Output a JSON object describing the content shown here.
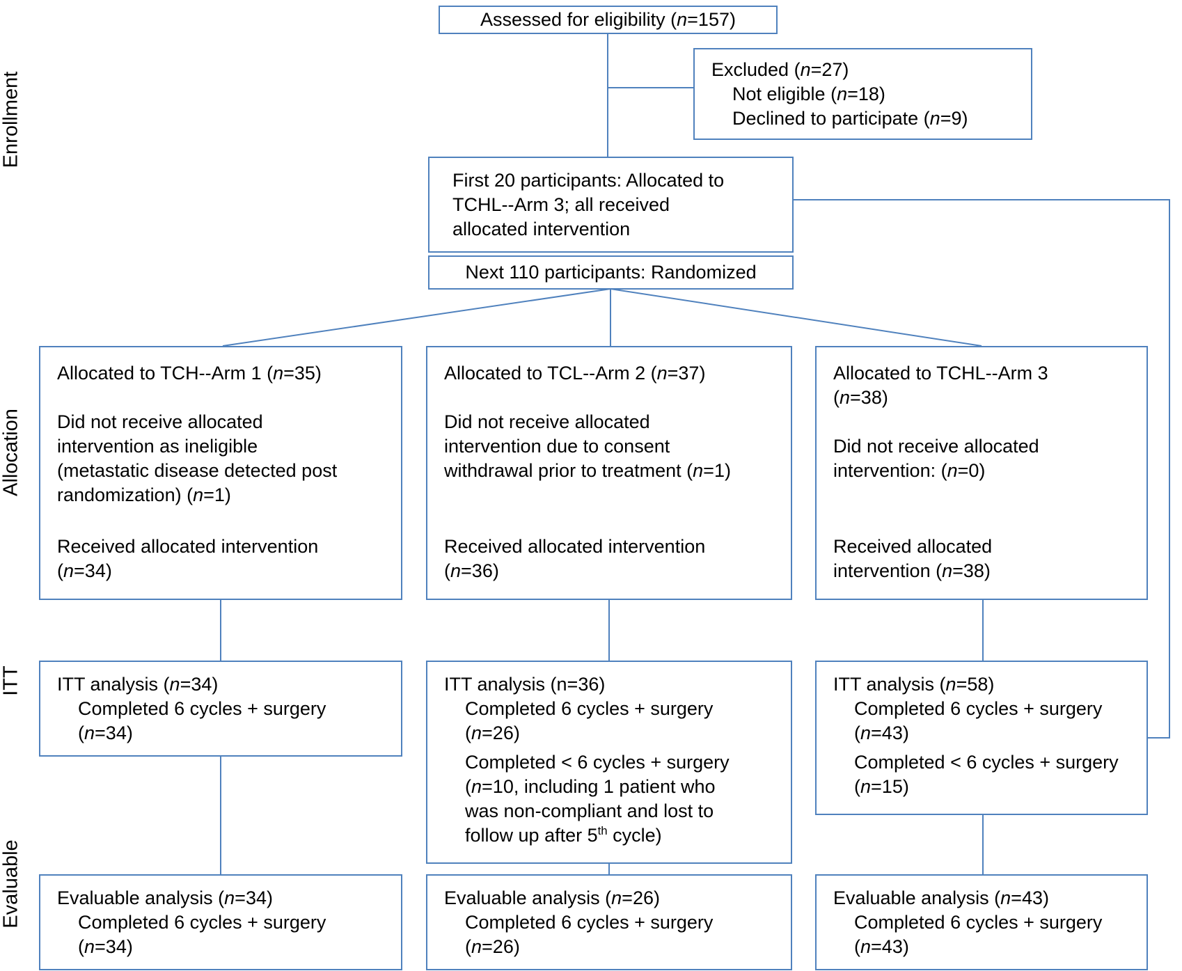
{
  "diagram": {
    "type": "consort-flow-diagram",
    "colors": {
      "box_border": "#4f81bd",
      "connector": "#4f81bd",
      "text": "#000000",
      "background": "#ffffff"
    },
    "stage_labels": [
      {
        "id": "enrollment",
        "label": "Enrollment"
      },
      {
        "id": "allocation",
        "label": "Allocation"
      },
      {
        "id": "itt",
        "label": "ITT"
      },
      {
        "id": "evaluable",
        "label": "Evaluable"
      }
    ],
    "boxes": {
      "assessed": {
        "paragraphs": [
          {
            "t": "Assessed for eligibility (n=157)"
          }
        ]
      },
      "excluded": {
        "paragraphs": [
          {
            "t": "Excluded (n=27)"
          },
          {
            "t": "Not eligible (n=18)",
            "ind": true
          },
          {
            "t": "Declined to participate (n=9)",
            "ind": true
          }
        ]
      },
      "first20": {
        "paragraphs": [
          {
            "t": "First 20 participants: Allocated to\nTCHL--Arm 3; all received\nallocated intervention"
          }
        ]
      },
      "next110": {
        "paragraphs": [
          {
            "t": "Next 110 participants: Randomized"
          }
        ]
      },
      "alloc_arm1": {
        "paragraphs": [
          {
            "t": "Allocated to TCH--Arm 1 (n=35)"
          },
          {
            "t": "Did not receive allocated\nintervention as ineligible\n(metastatic disease detected post\nrandomization) (n=1)",
            "gap": "line"
          },
          {
            "t": "Received allocated intervention\n(n=34)",
            "gap": "bottom"
          }
        ]
      },
      "alloc_arm2": {
        "paragraphs": [
          {
            "t": "Allocated to TCL--Arm 2 (n=37)"
          },
          {
            "t": "Did not receive allocated\nintervention due to consent\nwithdrawal prior to treatment (n=1)",
            "gap": "line"
          },
          {
            "t": "Received allocated intervention\n(n=36)",
            "gap": "bottom"
          }
        ]
      },
      "alloc_arm3": {
        "paragraphs": [
          {
            "t": "Allocated to TCHL--Arm 3\n(n=38)"
          },
          {
            "t": "Did not receive allocated\nintervention: (n=0)",
            "gap": "line"
          },
          {
            "t": "Received allocated\nintervention (n=38)",
            "gap": "bottom"
          }
        ]
      },
      "itt_arm1": {
        "paragraphs": [
          {
            "t": "ITT analysis (n=34)"
          },
          {
            "t": "Completed 6 cycles + surgery\n(n=34)",
            "ind": true
          }
        ]
      },
      "itt_arm2": {
        "paragraphs": [
          {
            "t": "ITT analysis (n=36)",
            "plain": true
          },
          {
            "t": "Completed 6 cycles + surgery\n(n=26)",
            "ind": true
          },
          {
            "t": "Completed < 6 cycles + surgery\n(n=10, including 1 patient who\nwas non-compliant and lost to\nfollow up after 5{^th} cycle)",
            "ind": true,
            "gap": "small"
          }
        ]
      },
      "itt_arm3": {
        "paragraphs": [
          {
            "t": "ITT analysis (n=58)"
          },
          {
            "t": "Completed 6 cycles + surgery\n(n=43)",
            "ind": true
          },
          {
            "t": "Completed < 6 cycles + surgery\n(n=15)",
            "ind": true,
            "gap": "small"
          }
        ]
      },
      "eval_arm1": {
        "paragraphs": [
          {
            "t": "Evaluable analysis (n=34)"
          },
          {
            "t": "Completed 6 cycles + surgery\n(n=34)",
            "ind": true
          }
        ]
      },
      "eval_arm2": {
        "paragraphs": [
          {
            "t": "Evaluable analysis (n=26)"
          },
          {
            "t": "Completed 6 cycles + surgery\n(n=26)",
            "ind": true
          }
        ]
      },
      "eval_arm3": {
        "paragraphs": [
          {
            "t": "Evaluable analysis (n=43)"
          },
          {
            "t": "Completed 6 cycles + surgery\n(n=43)",
            "ind": true
          }
        ]
      }
    }
  }
}
